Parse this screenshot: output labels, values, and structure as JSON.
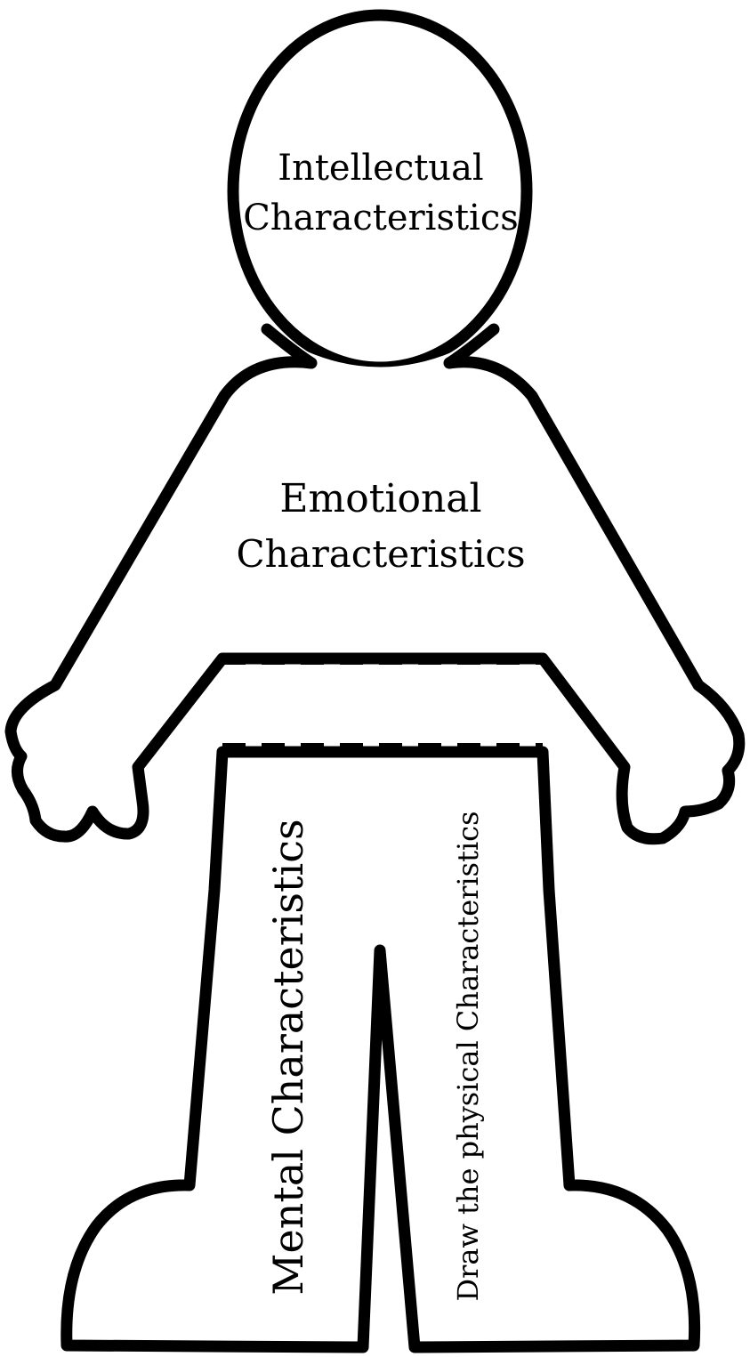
{
  "labels": {
    "head": {
      "line1": "Intellectual",
      "line2": "Characteristics"
    },
    "torso": {
      "line1": "Emotional",
      "line2": "Characteristics"
    },
    "left_leg": "Mental Characteristics",
    "right_leg": "Draw the physical Characteristics"
  },
  "colors": {
    "outline": "#000000",
    "fill": "#ffffff"
  }
}
